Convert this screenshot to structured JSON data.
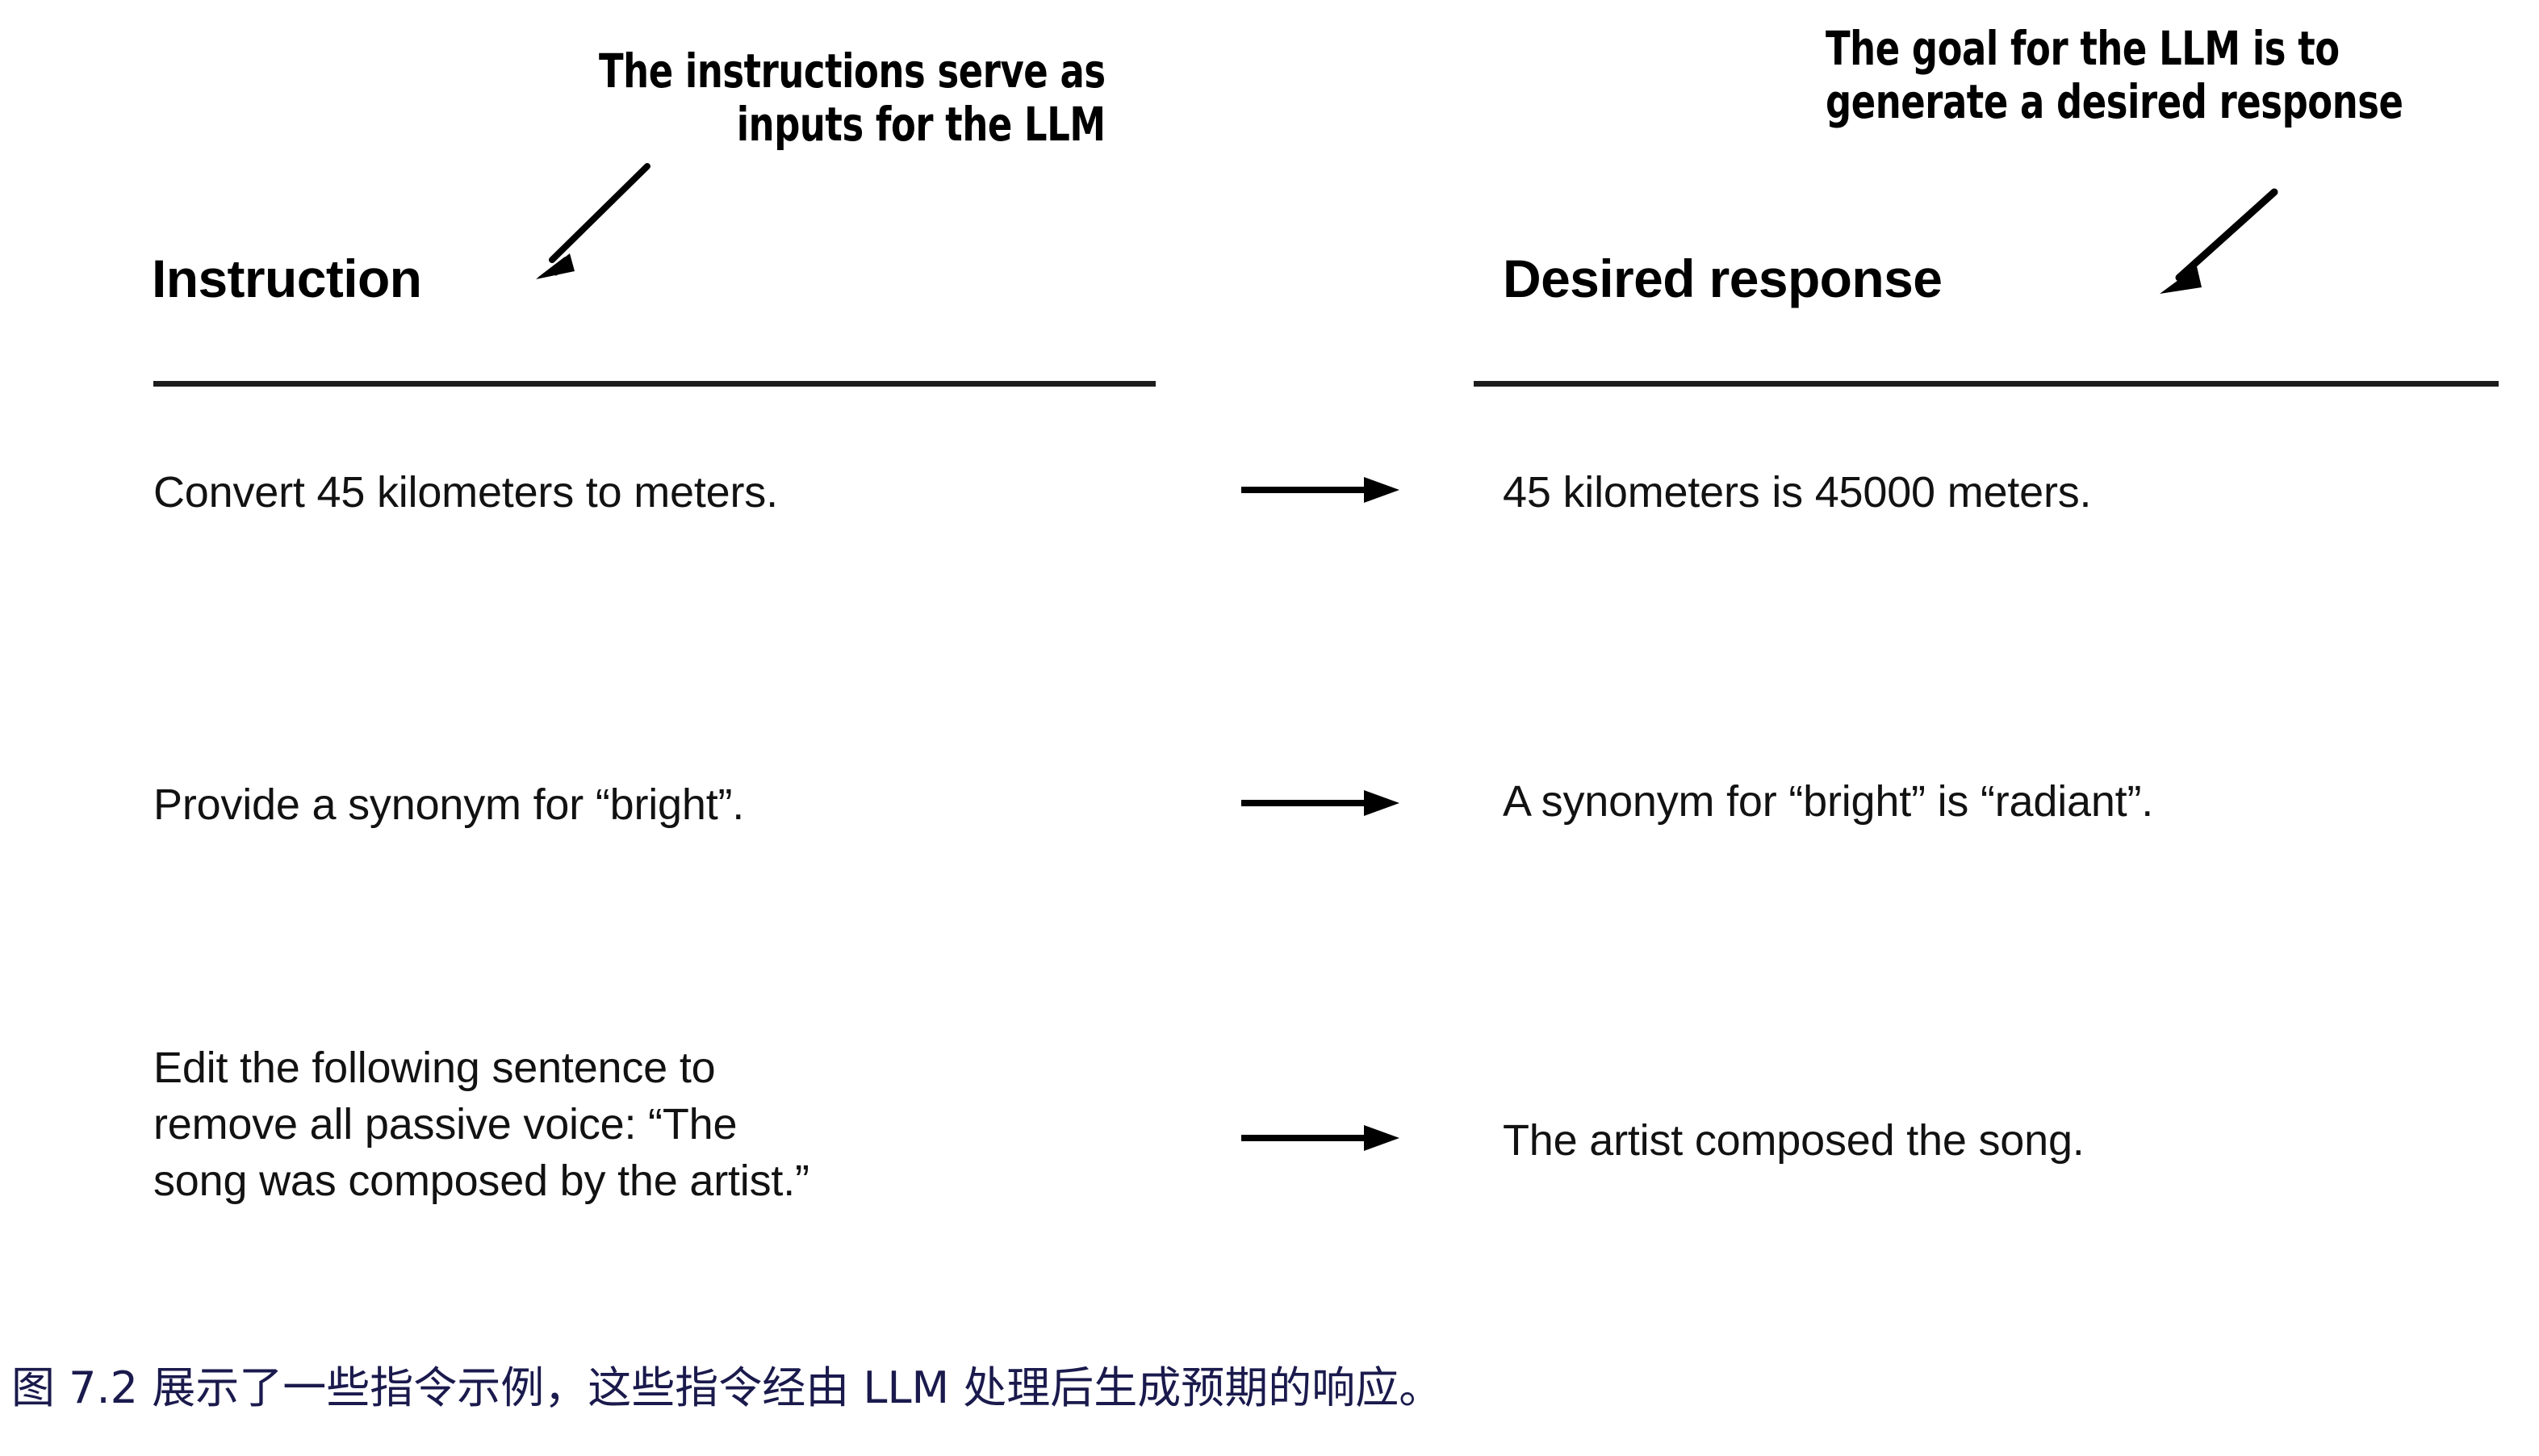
{
  "figure": {
    "columns": {
      "left_heading": "Instruction",
      "right_heading": "Desired response"
    },
    "annotations": {
      "left": {
        "line1": "The instructions serve as",
        "line2": "inputs for the LLM",
        "arrow": "arrow-down-left"
      },
      "right": {
        "line1": "The goal for the LLM is to",
        "line2": "generate a desired response",
        "arrow": "arrow-down-left"
      }
    },
    "rows": [
      {
        "instruction": "Convert 45 kilometers to meters.",
        "response": "45 kilometers is 45000 meters.",
        "connector": "arrow-right"
      },
      {
        "instruction": "Provide a synonym for “bright”.",
        "response": "A synonym for “bright” is “radiant”.",
        "connector": "arrow-right"
      },
      {
        "instruction": "Edit the following sentence to\nremove all passive voice: “The\nsong was composed by the artist.”",
        "response": "The artist composed the song.",
        "connector": "arrow-right"
      }
    ],
    "caption": "图 7.2 展示了一些指令示例，这些指令经由 LLM 处理后生成预期的响应。",
    "colors": {
      "text": "#121212",
      "rule": "#1d1d1d",
      "caption": "#1a1a4d",
      "background": "#ffffff"
    }
  }
}
